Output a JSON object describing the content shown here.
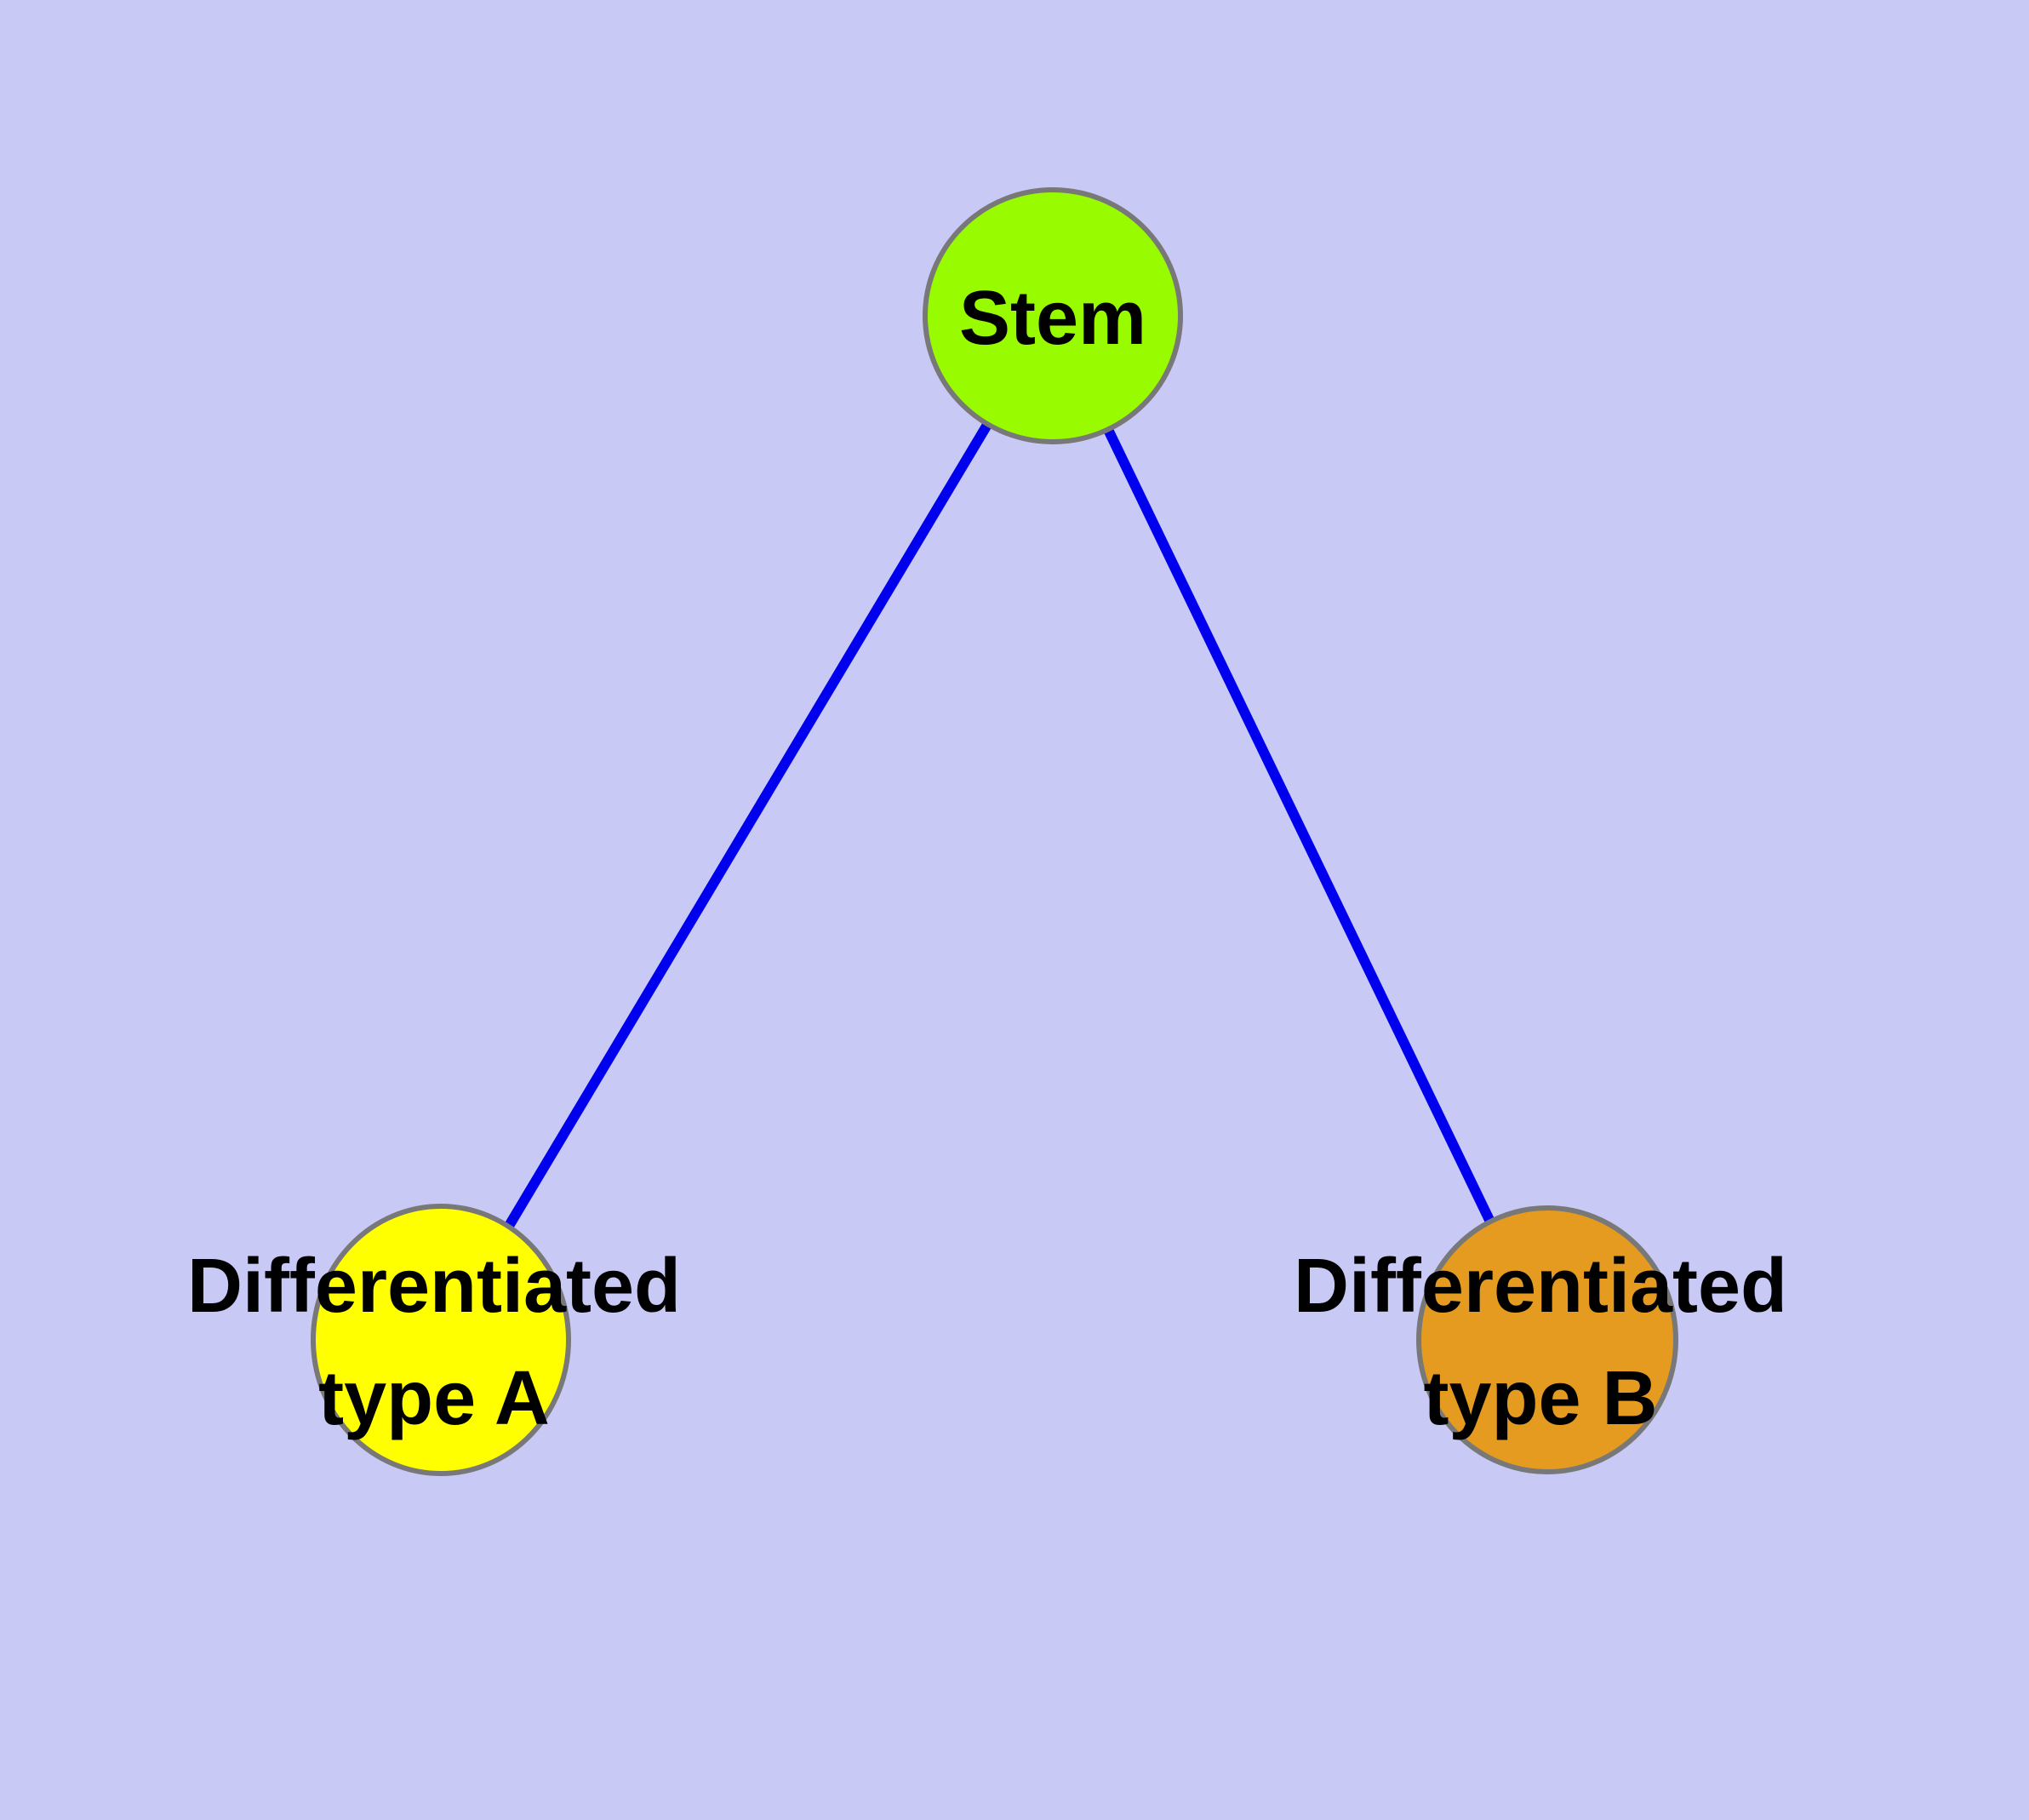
{
  "canvas": {
    "background_color": "#c9c9f6"
  },
  "nodes": {
    "stem": {
      "label": "Stem",
      "fill": "#98fb00",
      "border_color": "#787878"
    },
    "type_a": {
      "label_line1": "Differentiated",
      "label_line2": "type A",
      "fill": "#ffff00",
      "border_color": "#787878"
    },
    "type_b": {
      "label_line1": "Differentiated",
      "label_line2": "type B",
      "fill": "#e49b20",
      "border_color": "#787878"
    }
  },
  "edges": {
    "color": "#0000ee",
    "list": [
      {
        "from": "Stem",
        "to": "Differentiated type A"
      },
      {
        "from": "Stem",
        "to": "Differentiated type B"
      }
    ]
  },
  "text_color": "#000000"
}
